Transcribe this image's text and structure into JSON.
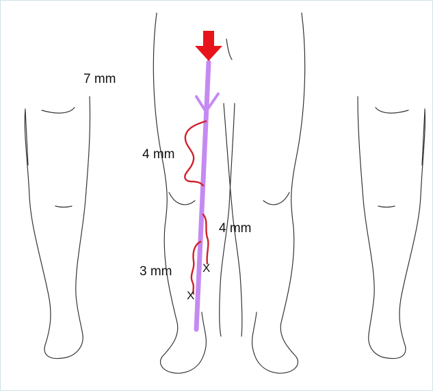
{
  "labels": {
    "top_measure": "7 mm",
    "thigh_measure": "4 mm",
    "knee_measure": "4 mm",
    "calf_measure": "3 mm"
  },
  "markers": {
    "x1": "X",
    "x2": "X"
  },
  "colors": {
    "outline": "#333333",
    "red_vein": "#d0202a",
    "arrow": "#e8141c",
    "axis_line": "#c58af2"
  }
}
